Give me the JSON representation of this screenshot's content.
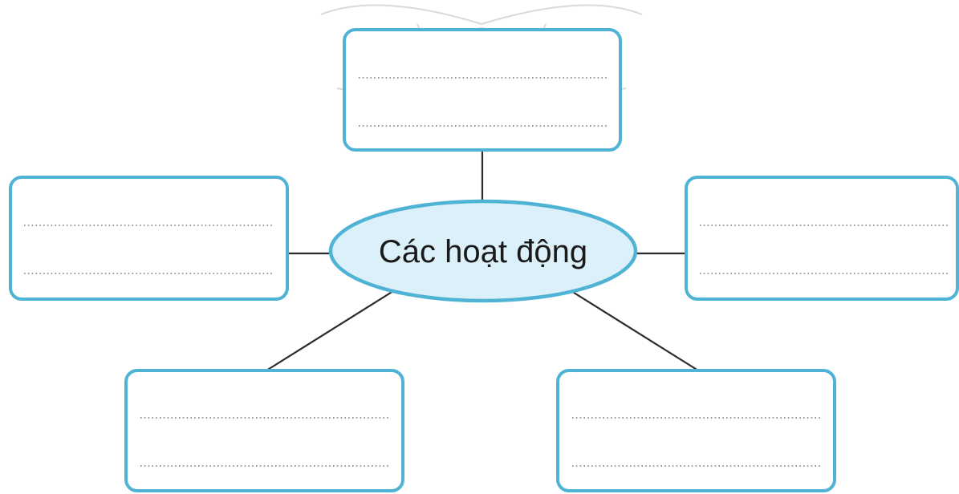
{
  "center": {
    "label": "Các hoạt động"
  },
  "colors": {
    "box_border": "#4fb3d6",
    "oval_fill": "#dcf0fa",
    "connector": "#2a2a2a",
    "dotted_line": "#7a7a7a"
  },
  "boxes": [
    {
      "position": "top",
      "lines": 2
    },
    {
      "position": "left",
      "lines": 2
    },
    {
      "position": "right",
      "lines": 2
    },
    {
      "position": "bottom-left",
      "lines": 2
    },
    {
      "position": "bottom-right",
      "lines": 2
    }
  ]
}
